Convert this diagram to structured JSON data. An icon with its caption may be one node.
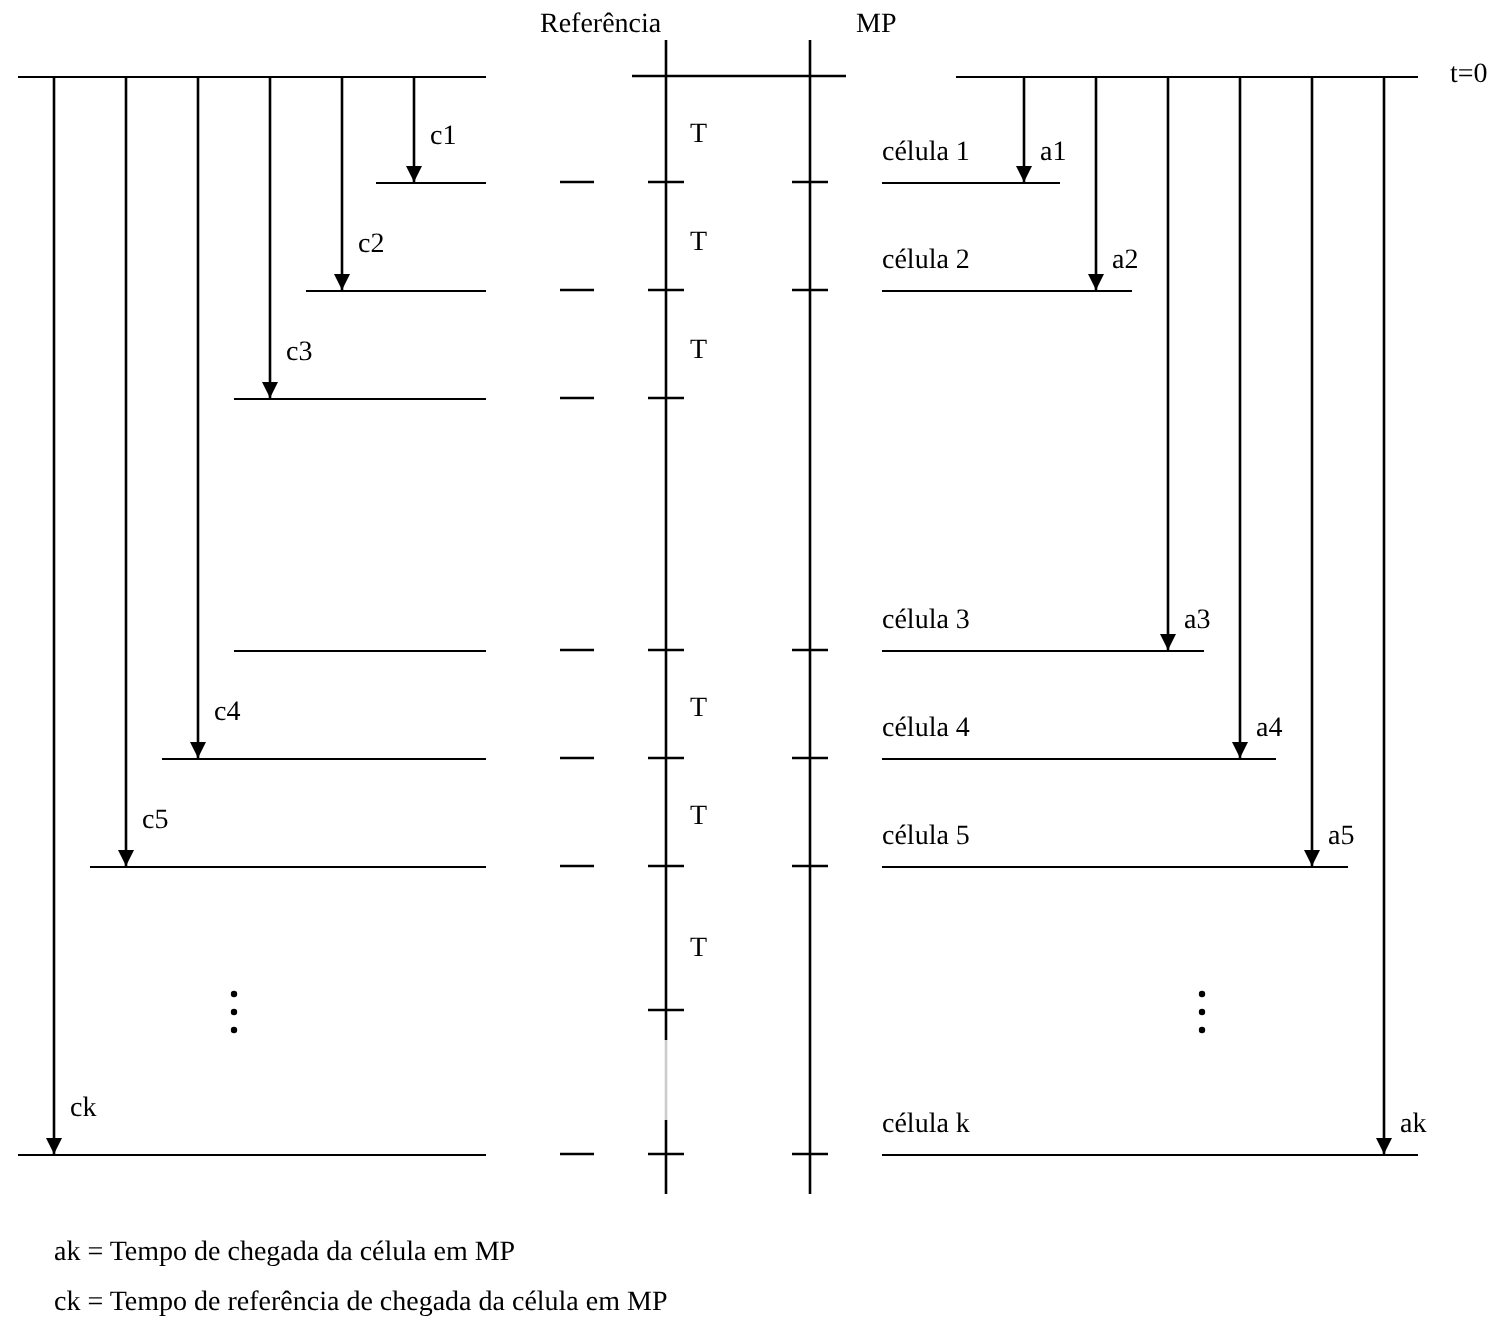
{
  "diagram": {
    "nodes": [
      {
        "text": [],
        "shape": "bar"
      },
      {
        "text": [],
        "shape": "bar"
      },
      {
        "text": [],
        "shape": "bar"
      },
      {
        "text": [],
        "shape": "bar"
      },
      {
        "text": [],
        "shape": "bar"
      },
      {
        "text": [],
        "shape": "bar"
      },
      {
        "text": [],
        "shape": "bar"
      },
      {
        "text": [],
        "shape": "bar"
      },
      {
        "text": [],
        "shape": "bar",
        "beside": [
          "t=0"
        ]
      },
      {
        "text": [],
        "shape": "bar",
        "beside": [
          "célula 1"
        ]
      },
      {
        "text": [],
        "shape": "bar",
        "beside": [
          "célula 2"
        ]
      },
      {
        "text": [],
        "shape": "bar",
        "beside": [
          "célula 3"
        ]
      },
      {
        "text": [],
        "shape": "bar",
        "beside": [
          "célula 4"
        ]
      },
      {
        "text": [],
        "shape": "bar",
        "beside": [
          "célula 5"
        ]
      },
      {
        "text": [],
        "shape": "bar",
        "beside": [
          "célula k"
        ]
      }
    ],
    "edges": [
      {
        "from": 0,
        "to": 1,
        "arrow": "to",
        "label": "c1"
      },
      {
        "from": 0,
        "to": 2,
        "arrow": "to",
        "label": "c2"
      },
      {
        "from": 0,
        "to": 3,
        "arrow": "to",
        "label": "c3"
      },
      {
        "from": 0,
        "to": 5,
        "arrow": "to",
        "label": "c4"
      },
      {
        "from": 0,
        "to": 6,
        "arrow": "to",
        "label": "c5"
      },
      {
        "from": 0,
        "to": 7,
        "arrow": "to",
        "label": "ck"
      },
      {
        "from": 8,
        "to": 9,
        "arrow": "to",
        "label": "a1"
      },
      {
        "from": 8,
        "to": 10,
        "arrow": "to",
        "label": "a2"
      },
      {
        "from": 8,
        "to": 11,
        "arrow": "to",
        "label": "a3"
      },
      {
        "from": 8,
        "to": 12,
        "arrow": "to",
        "label": "a4"
      },
      {
        "from": 8,
        "to": 13,
        "arrow": "to",
        "label": "a5"
      },
      {
        "from": 8,
        "to": 14,
        "arrow": "to",
        "label": "ak"
      }
    ],
    "labels": [
      "Referência",
      "MP",
      "T",
      "T",
      "T",
      "T",
      "T",
      "T",
      "ak = Tempo de chegada da célula em MP",
      "ck = Tempo de referência de chegada da célula em MP"
    ]
  }
}
